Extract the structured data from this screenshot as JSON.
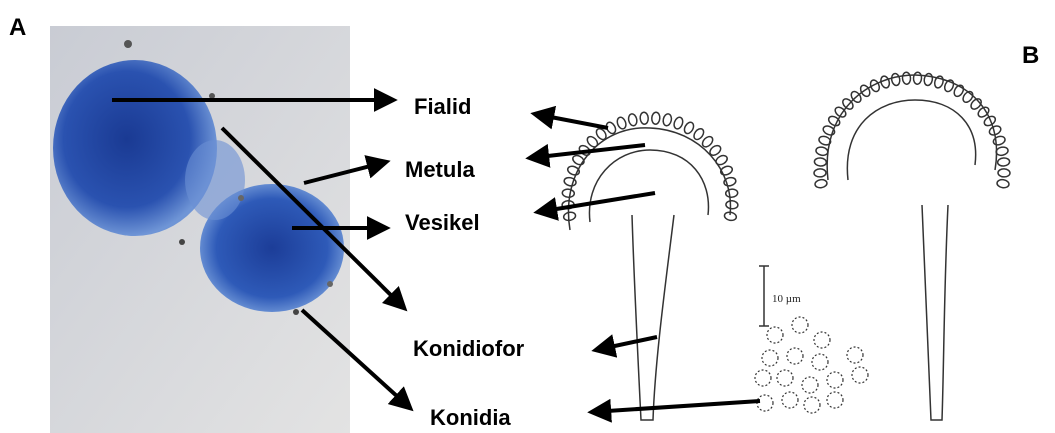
{
  "panels": {
    "a": "A",
    "b": "B"
  },
  "labels": {
    "fialid": "Fialid",
    "metula": "Metula",
    "vesikel": "Vesikel",
    "konidiofor": "Konidiofor",
    "konidia": "Konidia"
  },
  "scale_bar": "10 µm",
  "colors": {
    "stain_dark": "#1f3f95",
    "stain_mid": "#3b6cc4",
    "background_photo": "#dcdde0",
    "arrow": "#000000"
  }
}
